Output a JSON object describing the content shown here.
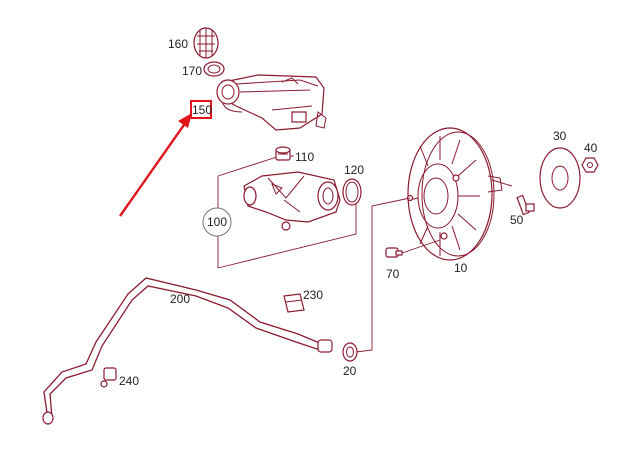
{
  "colors": {
    "part_line": "#8b1a2e",
    "highlight": "#e0161c",
    "label_text": "#222222",
    "background": "#ffffff"
  },
  "highlighted_callout": "150",
  "callouts": {
    "c10": "10",
    "c20": "20",
    "c30": "30",
    "c40": "40",
    "c50": "50",
    "c70": "70",
    "c100": "100",
    "c110": "110",
    "c120": "120",
    "c150": "150",
    "c160": "160",
    "c170": "170",
    "c200": "200",
    "c230": "230",
    "c240": "240"
  }
}
